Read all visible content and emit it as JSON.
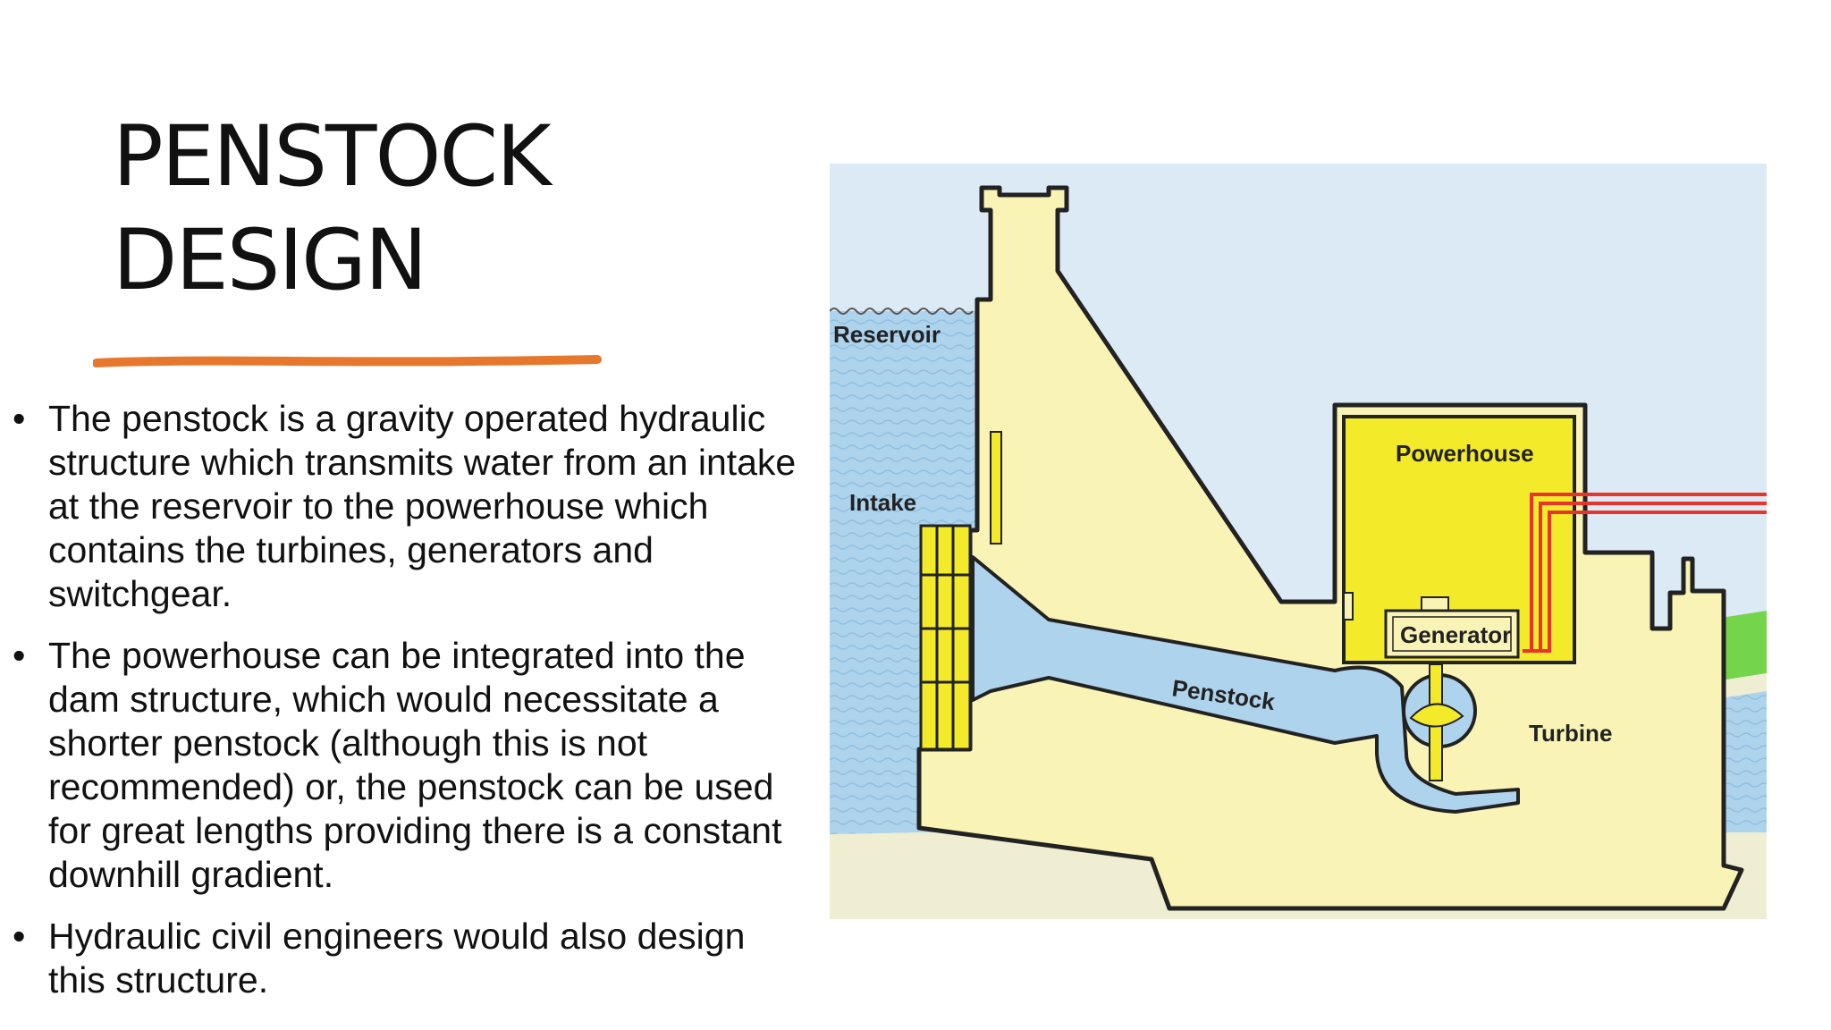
{
  "slide": {
    "title_line1": "PENSTOCK",
    "title_line2": "DESIGN",
    "accent_color": "#e8772e"
  },
  "bullets": [
    {
      "symbol": "•",
      "text": "The penstock is a gravity operated hydraulic structure which transmits water from an intake at the reservoir to the powerhouse which contains the turbines, generators and switchgear."
    },
    {
      "symbol": "•",
      "text": "The powerhouse can be integrated into the dam structure, which would necessitate a shorter penstock (although this is not recommended) or, the penstock can be used for great lengths providing there is a constant downhill gradient."
    },
    {
      "symbol": "•",
      "text": "Hydraulic civil engineers would also design this structure."
    }
  ],
  "diagram": {
    "labels": {
      "reservoir": "Reservoir",
      "intake": "Intake",
      "powerhouse": "Powerhouse",
      "generator": "Generator",
      "penstock": "Penstock",
      "turbine": "Turbine"
    },
    "colors": {
      "sky": "#dbeaf5",
      "water": "#aed3ec",
      "dam": "#f9f4b6",
      "powerhouse": "#f3ea2a",
      "ground": "#efedd2",
      "grass": "#74d44a",
      "power_lines": "#e8342a",
      "outline": "#222222"
    }
  }
}
